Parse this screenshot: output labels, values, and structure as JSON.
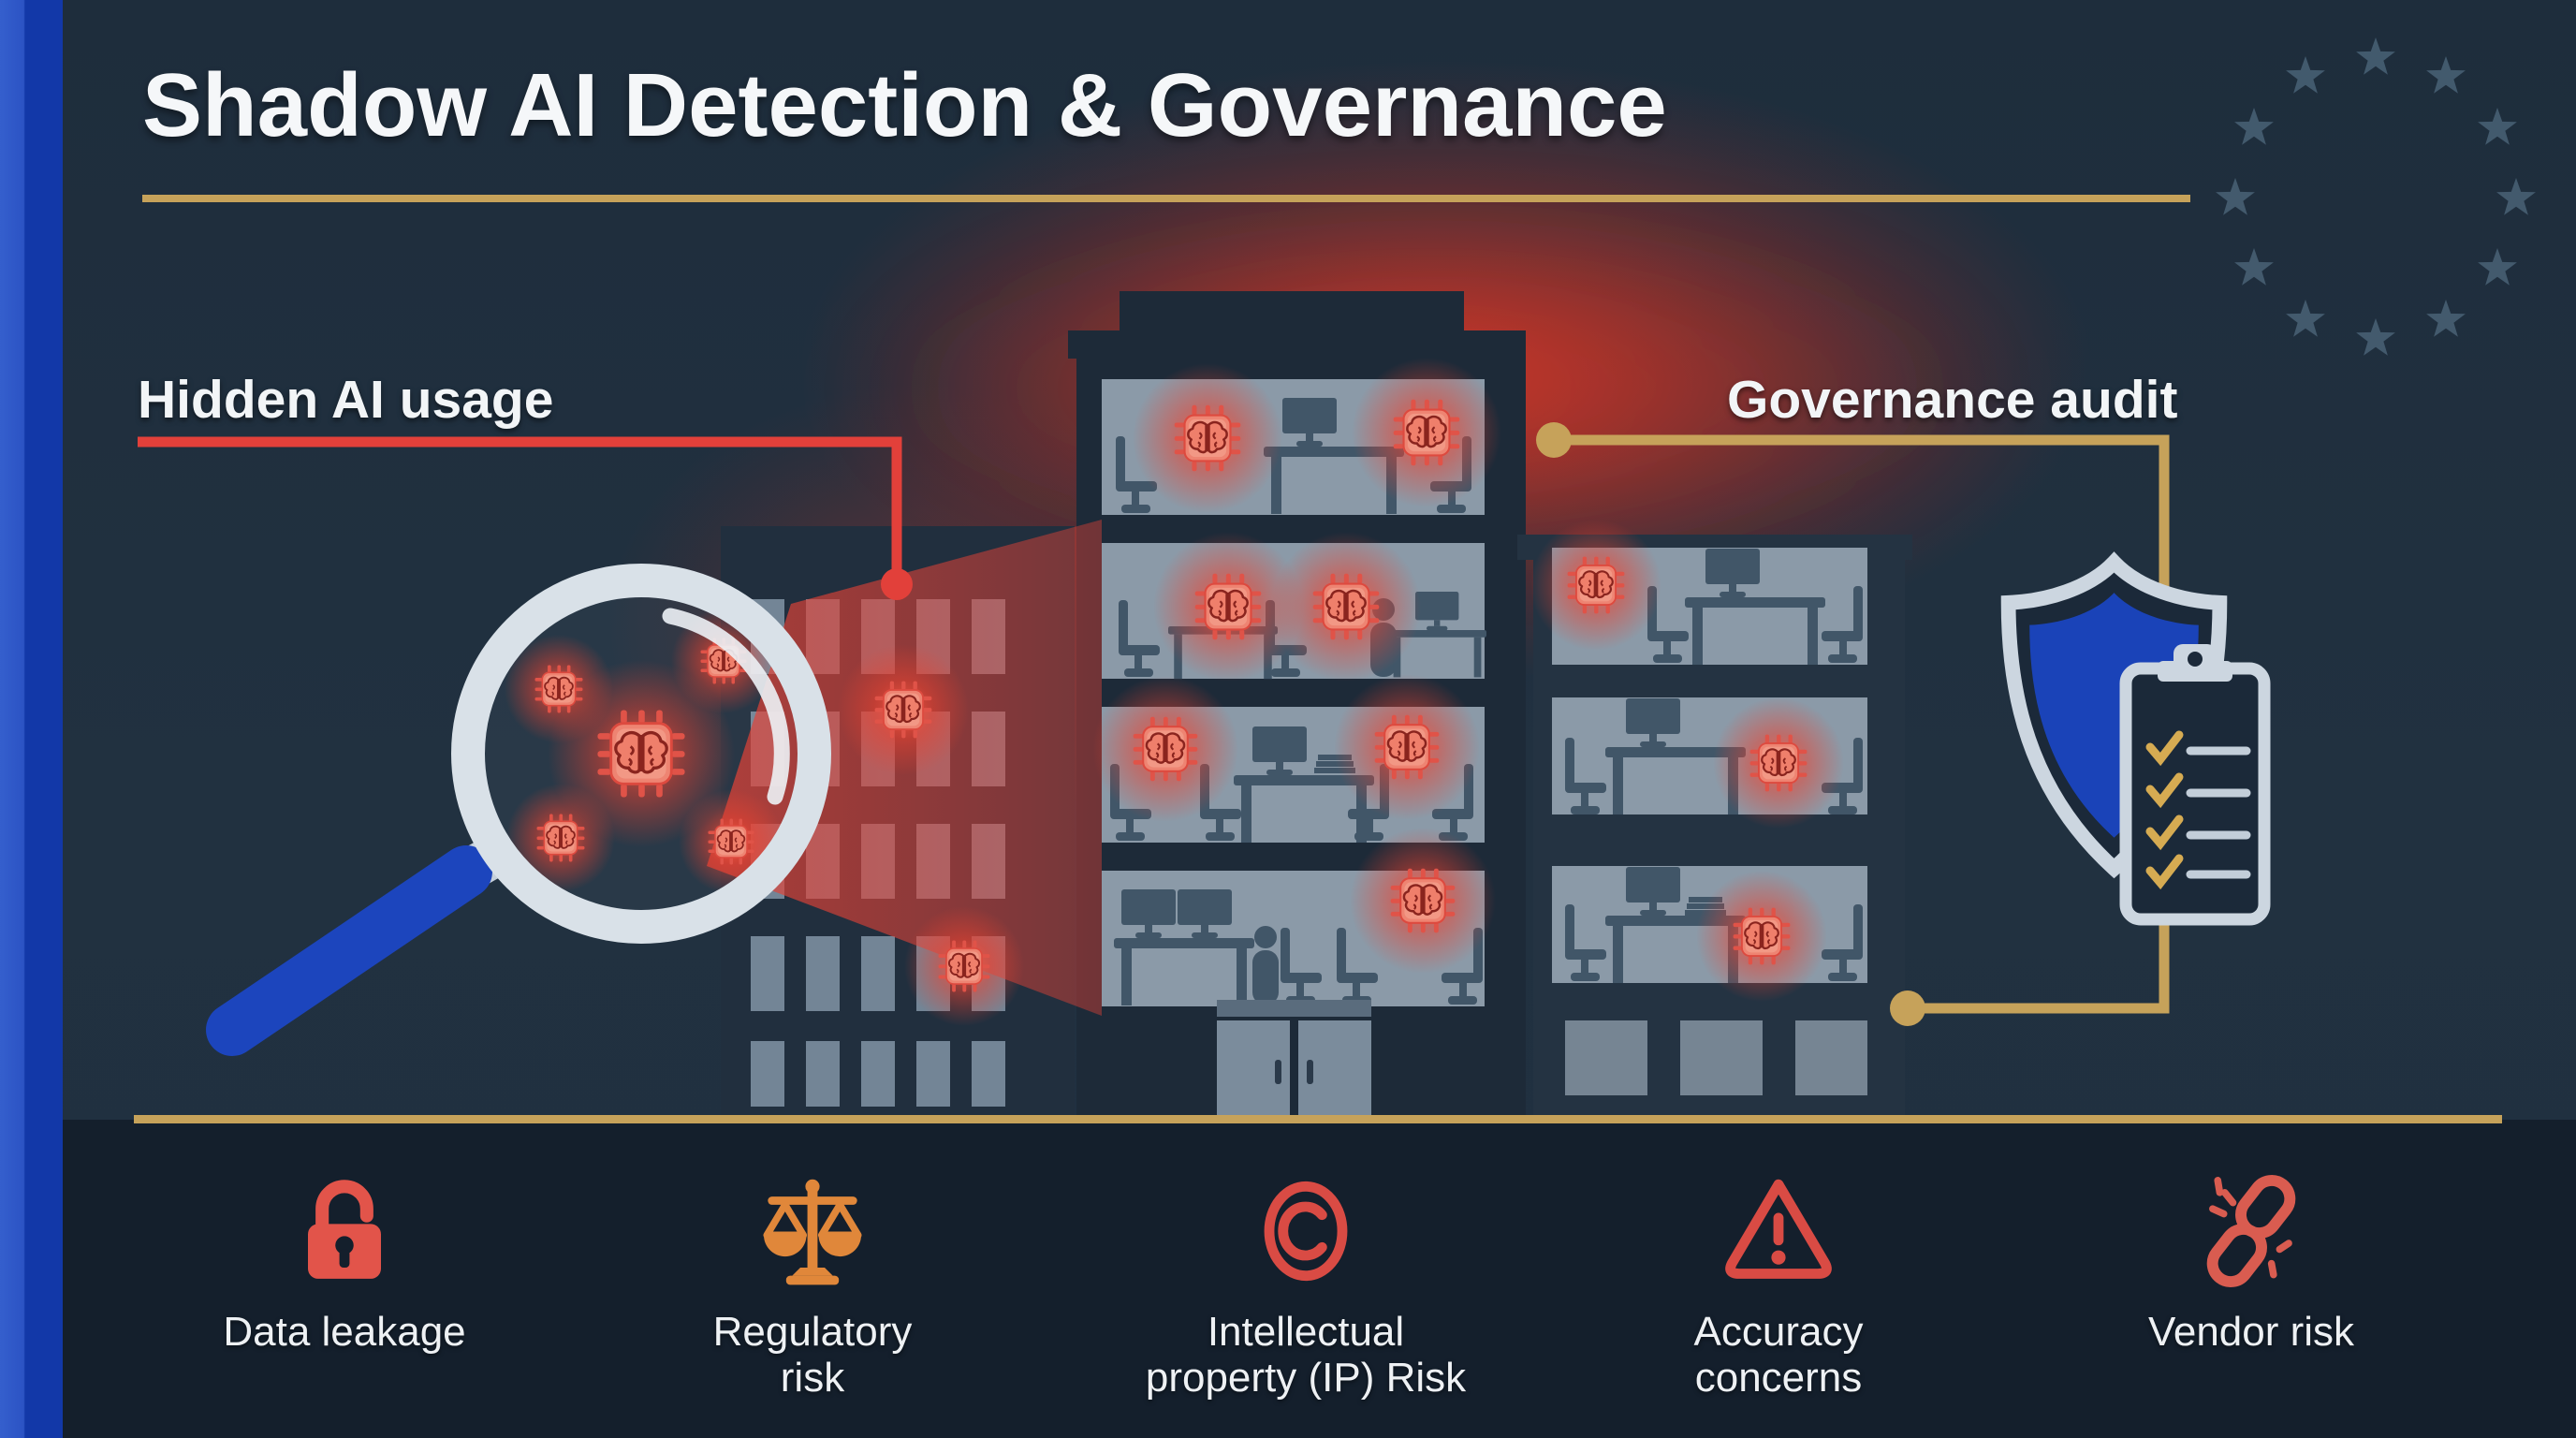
{
  "header": {
    "title": "Shadow AI Detection & Governance"
  },
  "sections": {
    "hidden_ai": {
      "label": "Hidden AI usage",
      "accent_color": "#e2403a"
    },
    "governance": {
      "label": "Governance audit",
      "accent_color": "#c6a25a"
    }
  },
  "illustration": {
    "icons": [
      "magnifier-icon",
      "ai-chip-icon",
      "office-building",
      "shield-icon",
      "clipboard-checklist-icon",
      "eu-stars-icon"
    ],
    "eu_stars_count": 12,
    "checklist_rows": 4
  },
  "footer": {
    "items": [
      {
        "icon": "open-padlock-icon",
        "label": "Data leakage"
      },
      {
        "icon": "balance-scale-icon",
        "label": "Regulatory\nrisk"
      },
      {
        "icon": "copyright-icon",
        "label": "Intellectual\nproperty (IP) Risk"
      },
      {
        "icon": "warning-triangle-icon",
        "label": "Accuracy\nconcerns"
      },
      {
        "icon": "broken-chain-icon",
        "label": "Vendor risk"
      }
    ]
  },
  "colors": {
    "background": "#20303f",
    "footer_background": "#141f2c",
    "gold_accent": "#c6a25a",
    "alert_red": "#e2403a",
    "chip_red": "#e2544a",
    "shield_blue": "#1a43b8",
    "window_gray": "#8b9aa8",
    "star_gray": "#475f73",
    "left_bar_blue": "#1238a8"
  }
}
